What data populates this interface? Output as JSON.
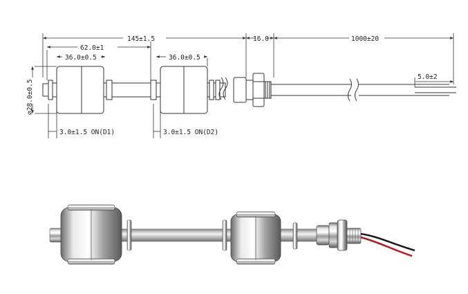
{
  "drawing": {
    "dimensions": {
      "overall_length": "145±1.5",
      "float_span": "62.0±1",
      "float1_position": "36.0±0.5",
      "float2_position": "36.0±0.5",
      "fitting_length": "16.0",
      "cable_length": "1000±20",
      "wire_strip": "5.0±2",
      "float_diameter": "⌀28.0±0.5",
      "switch1_travel": "3.0±1.5 ON(D1)",
      "switch2_travel": "3.0±1.5 ON(D2)"
    }
  },
  "colors": {
    "line": "#333333",
    "steel_light": "#f2f2f2",
    "steel_dark": "#6d6d6d",
    "cable_red": "#c0141c",
    "cable_black": "#1a1a1a"
  }
}
